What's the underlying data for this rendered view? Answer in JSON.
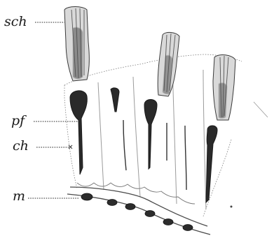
{
  "figure": {
    "labels": {
      "sch": "sch",
      "pf": "pf",
      "ch": "ch",
      "m": "m"
    }
  }
}
